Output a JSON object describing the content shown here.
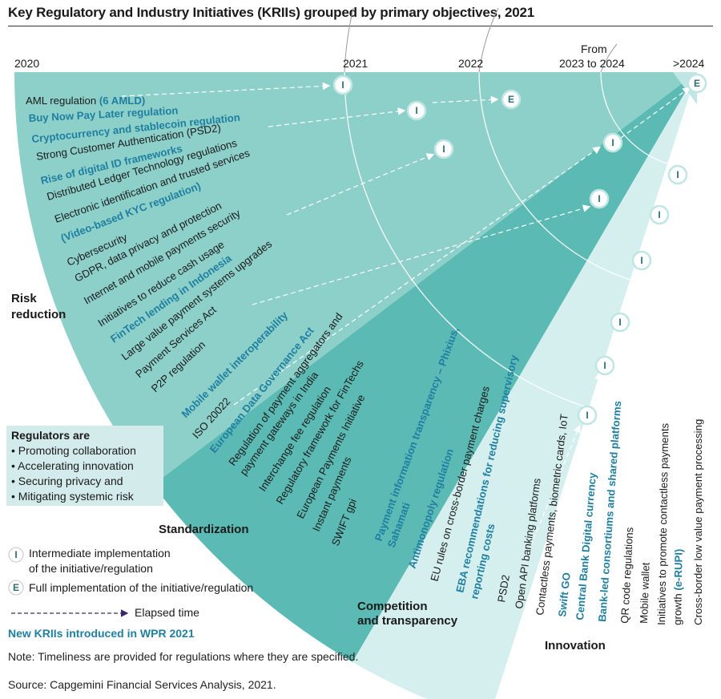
{
  "title": "Key Regulatory and Industry Initiatives (KRIIs) grouped by primary objectives, 2021",
  "years": [
    "2020",
    "2021",
    "2022",
    "From",
    "2023 to 2024",
    ">2024"
  ],
  "categories": {
    "risk": [
      "Risk",
      "reduction"
    ],
    "standardization": "Standardization",
    "competition": [
      "Competition",
      "and transparency"
    ],
    "innovation": "Innovation"
  },
  "risk_items": [
    {
      "text": "AML regulation",
      "extra": "(6 AMLD)",
      "new": false
    },
    {
      "text": "Buy Now Pay Later regulation",
      "new": true
    },
    {
      "text": "Cryptocurrency and stablecoin regulation",
      "new": true
    },
    {
      "text": "Strong Customer Authentication (PSD2)",
      "new": false
    },
    {
      "text": "Rise of digital ID frameworks",
      "new": true
    },
    {
      "text": "Distributed Ledger Technology regulations",
      "new": false
    },
    {
      "text": "Electronic identification and trusted services",
      "new": false
    },
    {
      "text": "(Video-based KYC regulation)",
      "new": true
    },
    {
      "text": "Cybersecurity",
      "new": false
    },
    {
      "text": "GDPR, data privacy and protection",
      "new": false
    },
    {
      "text": "Internet and mobile payments security",
      "new": false
    },
    {
      "text": "Initiatives to reduce cash usage",
      "new": false
    },
    {
      "text": "FinTech lending in Indonesia",
      "new": true
    },
    {
      "text": "Large value payment systems upgrades",
      "new": false
    },
    {
      "text": "Payment Services Act",
      "new": false
    },
    {
      "text": "P2P regulation",
      "new": false
    }
  ],
  "std_items": [
    {
      "text": "Mobile wallet interoperability",
      "new": true
    },
    {
      "text": "ISO 20022",
      "new": false
    },
    {
      "text": "European Data Governance Act",
      "new": true
    },
    {
      "text": "Regulation of payment aggregators and",
      "new": false
    },
    {
      "text": "payment gateways in India",
      "new": false
    },
    {
      "text": "Interchange fee regulation",
      "new": false
    },
    {
      "text": "Regulatory framework for FinTechs",
      "new": false
    },
    {
      "text": "European Payments Initiative",
      "new": false
    },
    {
      "text": "Instant payments",
      "new": false
    },
    {
      "text": "SWIFT gpi",
      "new": false
    }
  ],
  "comp_items": [
    {
      "text": "Payment information transparency – Phixius,",
      "new": true
    },
    {
      "text": "Sahamati",
      "new": true
    },
    {
      "text": "Antimonopoly regulation",
      "new": true
    },
    {
      "text": "EU rules on cross-border payment charges",
      "new": false
    },
    {
      "text": "EBA recommendations for reducing supervisory",
      "new": true
    },
    {
      "text": "reporting costs",
      "new": true
    }
  ],
  "inn_items": [
    {
      "text": "PSD2",
      "new": false
    },
    {
      "text": "Open API banking platforms",
      "new": false
    },
    {
      "text": "Contactless payments, biometric cards, IoT",
      "new": false
    },
    {
      "text": "Swift GO",
      "new": true
    },
    {
      "text": "Central Bank Digital currency",
      "new": true
    },
    {
      "text": "Bank-led consortiums and shared platforms",
      "new": true
    },
    {
      "text": "QR code regulations",
      "new": false
    },
    {
      "text": "Mobile wallet",
      "new": false
    },
    {
      "text": "Initiatives to promote contactless payments",
      "new": false
    },
    {
      "text": "growth",
      "extra": "(e-RUPI)",
      "new": false
    },
    {
      "text": "Cross-border low value payment processing",
      "new": false
    }
  ],
  "marker_letters": {
    "intermediate": "I",
    "full": "E"
  },
  "regulators": {
    "heading": "Regulators are",
    "items": [
      "• Promoting collaboration",
      "• Accelerating innovation",
      "• Securing privacy and",
      "• Mitigating systemic risk"
    ]
  },
  "legend": {
    "intermediate_l1": "Intermediate implementation",
    "intermediate_l2": "of the initiative/regulation",
    "full": "Full implementation of the initiative/regulation",
    "elapsed": "Elapsed time"
  },
  "new_krii_note": "New KRIIs introduced in WPR 2021",
  "note": "Note: Timeliness are provided for regulations where they are specified.",
  "source": "Source: Capgemini Financial Services Analysis, 2021.",
  "colors": {
    "risk": "#8dd0ca",
    "standardization": "#5cbab5",
    "competition": "#d5efee",
    "innovation": "#ffffff",
    "highlight": "#1f7fa0",
    "ring": "#ffffff"
  }
}
